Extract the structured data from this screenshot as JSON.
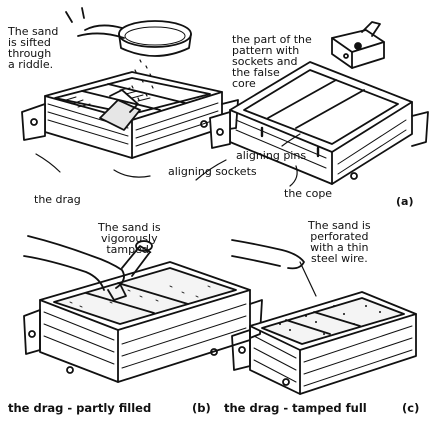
{
  "colors": {
    "ink": "#111111",
    "paper": "#ffffff",
    "wood_fill": "#ffffff",
    "sand_fill": "#f4f4f4"
  },
  "labels": {
    "sifted": "The sand\nis sifted\nthrough\na riddle.",
    "pattern_part": "the part of the\npattern with\nsockets and\nthe false\ncore",
    "aligning_pins": "aligning pins",
    "aligning_sockets": "aligning sockets",
    "the_drag": "the drag",
    "the_cope": "the cope",
    "fig_a": "(a)",
    "tamped_note": "The sand is\nvigorously\ntamped.",
    "perforated_note": "The sand is\nperforated\nwith a thin\nsteel wire."
  },
  "captions": {
    "b": "the drag - partly filled",
    "b_letter": "(b)",
    "c": "the drag - tamped full",
    "c_letter": "(c)"
  }
}
